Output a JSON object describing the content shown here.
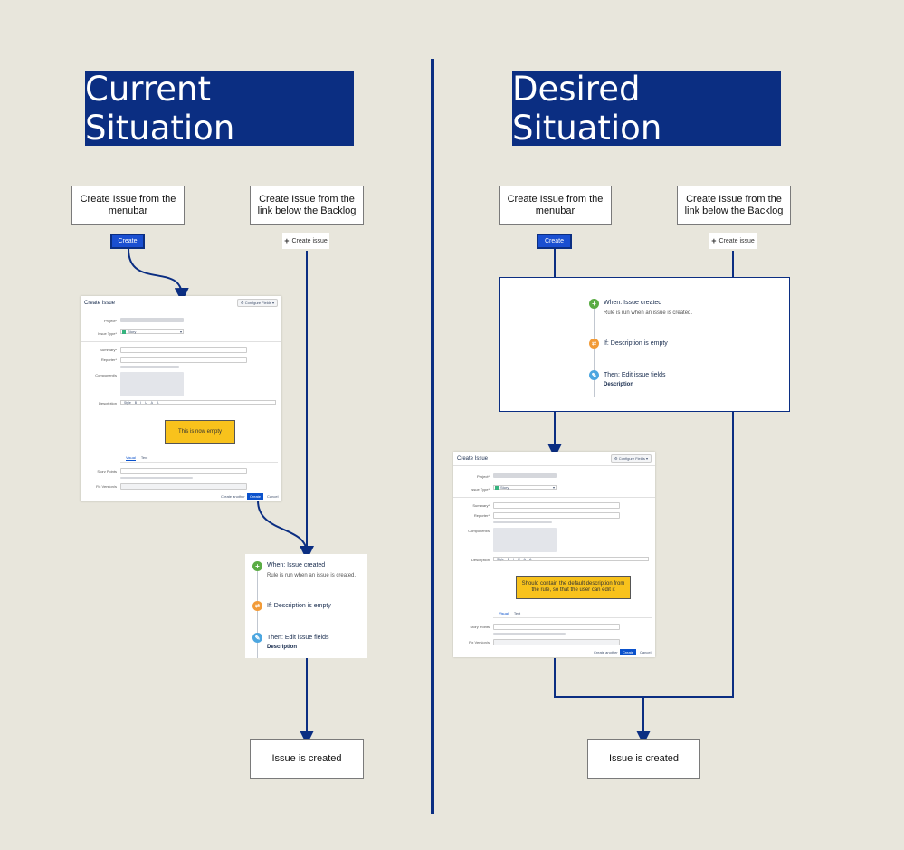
{
  "colors": {
    "background": "#e8e6dc",
    "banner": "#0b2e82",
    "connector": "#0b2e82",
    "note": "#f8c21c",
    "create_button": "#1a4fd1"
  },
  "left": {
    "banner": "Current Situation",
    "source_menubar": "Create Issue from the menubar",
    "source_backlog": "Create Issue from the link below the Backlog",
    "create_button": "Create",
    "create_link": "Create issue",
    "note": "This is now empty",
    "result": "Issue is created"
  },
  "right": {
    "banner": "Desired Situation",
    "source_menubar": "Create Issue from the menubar",
    "source_backlog": "Create Issue from the link below the Backlog",
    "create_button": "Create",
    "create_link": "Create issue",
    "note": "Should contain the default description from the rule, so that the user can edit it",
    "result": "Issue is created"
  },
  "dialog": {
    "title": "Create Issue",
    "configure": "Configure Fields",
    "project_label": "Project*",
    "issue_type_label": "Issue Type*",
    "issue_type_value": "Story",
    "summary_label": "Summary*",
    "reporter_label": "Reporter*",
    "components_label": "Component/s",
    "description_label": "Description",
    "toolbar": [
      "Style",
      "B",
      "I",
      "U",
      "A",
      "A"
    ],
    "tab_visual": "Visual",
    "tab_text": "Text",
    "story_points_label": "Story Points",
    "fix_versions_label": "Fix Version/s",
    "btn_create_another": "Create another",
    "btn_create": "Create",
    "btn_cancel": "Cancel"
  },
  "rule": {
    "when_title": "When: Issue created",
    "when_sub": "Rule is run when an issue is created.",
    "if_title": "If: Description is empty",
    "then_title": "Then: Edit issue fields",
    "then_sub": "Description",
    "icon_when": "plus-icon",
    "icon_if": "shuffle-icon",
    "icon_then": "pencil-icon"
  }
}
